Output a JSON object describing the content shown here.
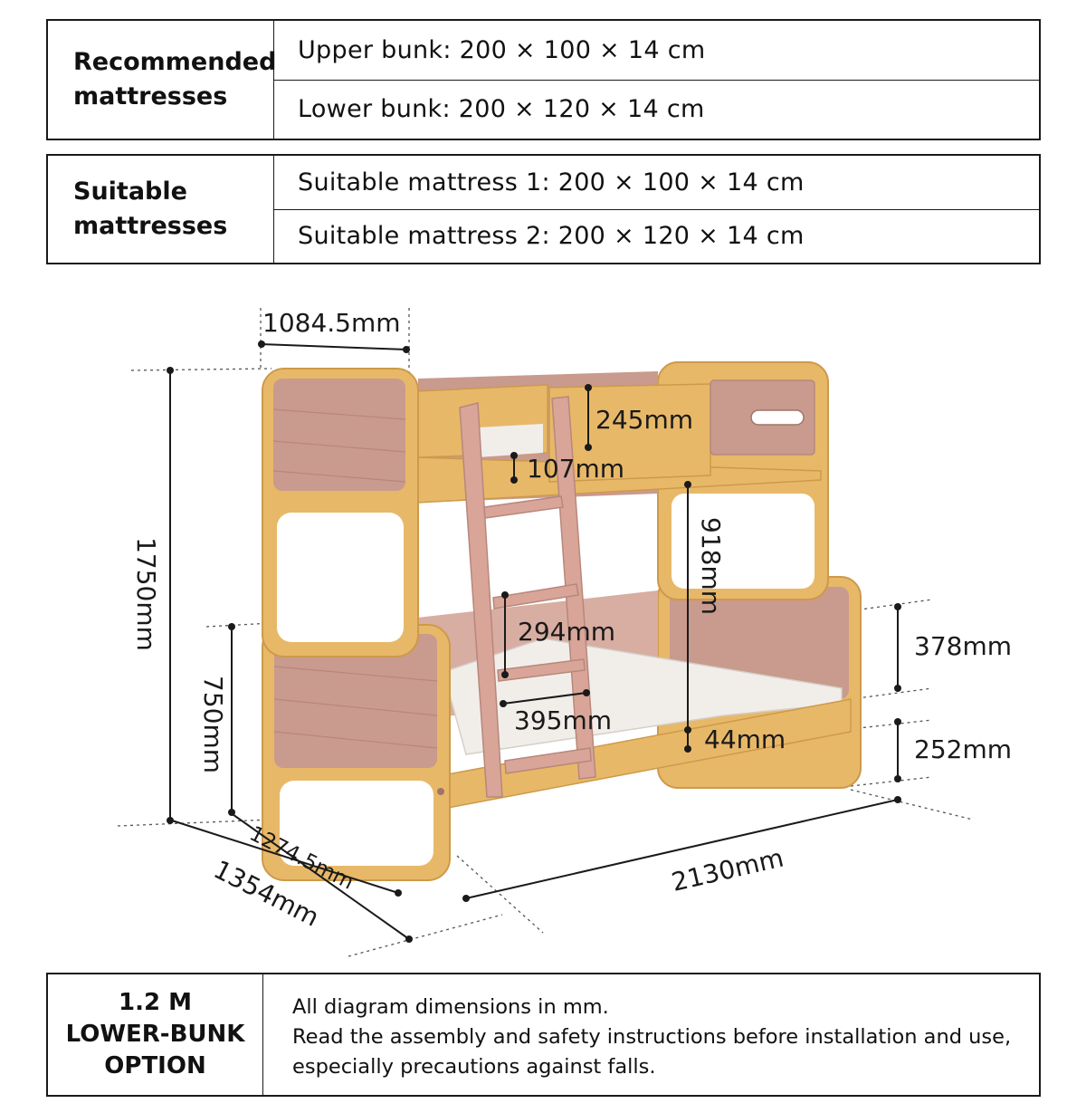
{
  "recommended": {
    "heading": [
      "Recommended",
      "mattresses"
    ],
    "rows": [
      "Upper bunk:  200 × 100 × 14 cm",
      "Lower bunk:  200 × 120 × 14 cm"
    ]
  },
  "suitable": {
    "heading": [
      "Suitable",
      "mattresses"
    ],
    "rows": [
      "Suitable mattress 1:  200 × 100 × 14 cm",
      "Suitable mattress 2:  200 × 120 × 14 cm"
    ]
  },
  "dimensions": {
    "top_width": "1084.5mm",
    "total_height": "1750mm",
    "lower_height": "750mm",
    "depth_inner": "1274.5mm",
    "depth_outer": "1354mm",
    "length": "2130mm",
    "guard_height": "245mm",
    "mattress_gap": "107mm",
    "bunk_clearance": "918mm",
    "rung_spacing": "294mm",
    "ladder_width": "395mm",
    "rail_thickness": "44mm",
    "footboard_height": "378mm",
    "floor_clearance": "252mm"
  },
  "colors": {
    "wood": "#e8b869",
    "wood_dark": "#cd9a4a",
    "pink": "#c99a8e",
    "pink_light": "#d8ada2",
    "mattress": "#f1eeea"
  },
  "note": {
    "heading": [
      "1.2 M",
      "LOWER-BUNK",
      "OPTION"
    ],
    "lines": [
      "All diagram dimensions in mm.",
      "Read the assembly and safety instructions before installation and use,",
      "especially precautions against falls."
    ]
  }
}
